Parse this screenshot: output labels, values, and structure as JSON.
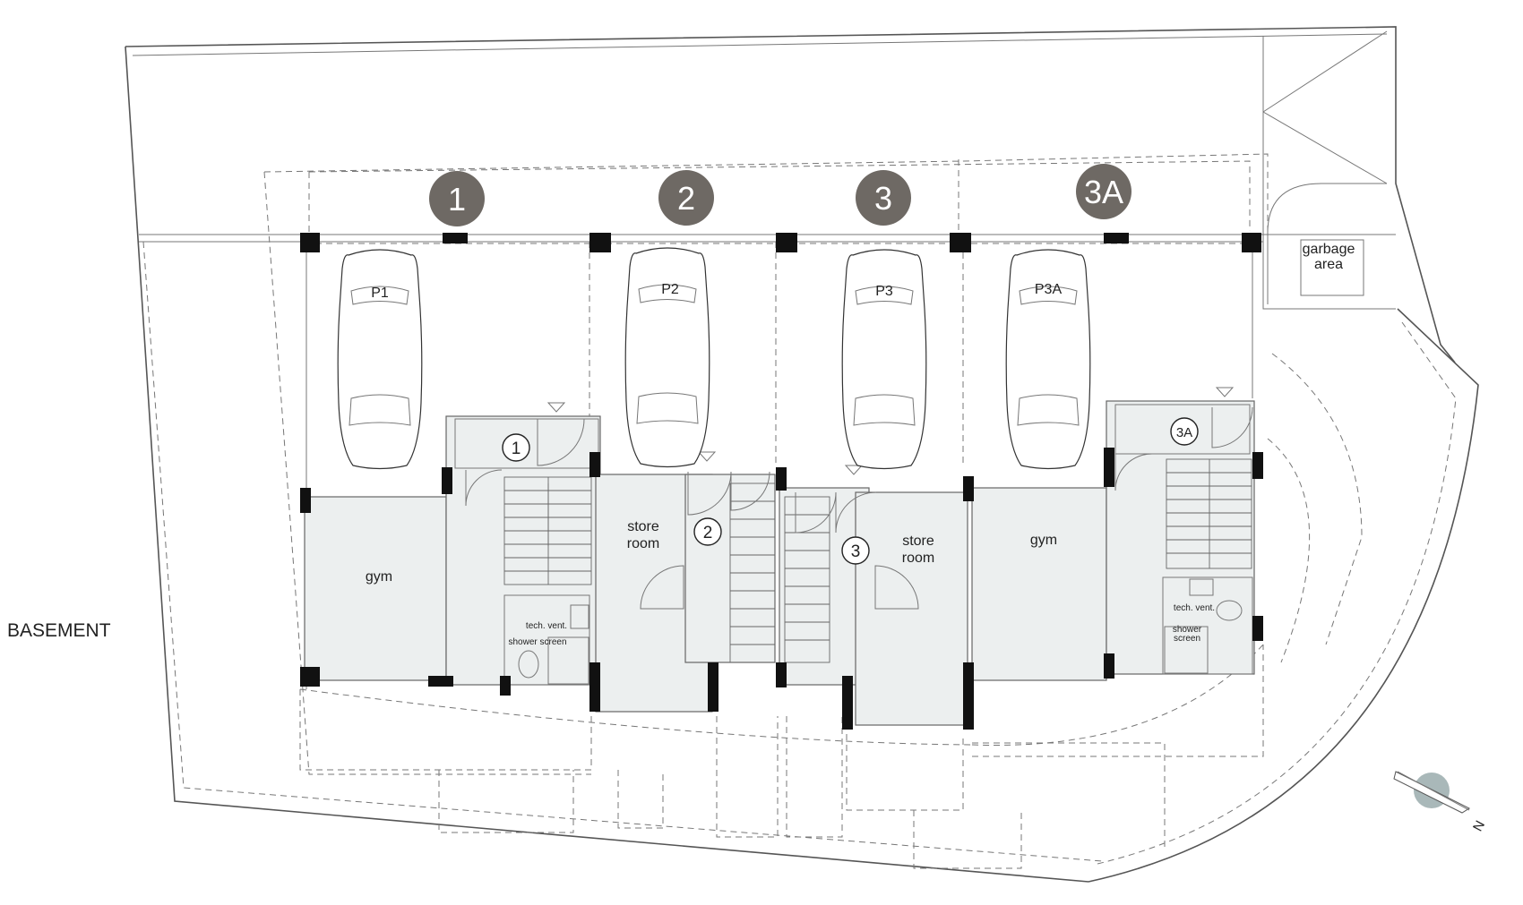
{
  "plan_title": "BASEMENT",
  "north_label": "N",
  "units": [
    {
      "badge": "1"
    },
    {
      "badge": "2"
    },
    {
      "badge": "3"
    },
    {
      "badge": "3A"
    }
  ],
  "parking": [
    "P1",
    "P2",
    "P3",
    "P3A"
  ],
  "small_units": [
    "1",
    "2",
    "3",
    "3A"
  ],
  "rooms": {
    "gym_left": "gym",
    "gym_right": "gym",
    "store_left_1": "store",
    "store_left_2": "room",
    "store_right_1": "store",
    "store_right_2": "room",
    "garbage_1": "garbage",
    "garbage_2": "area",
    "tech_vent_left": "tech. vent.",
    "shower_left": "shower screen",
    "tech_vent_right": "tech. vent.",
    "shower_right_1": "shower",
    "shower_right_2": "screen"
  },
  "colors": {
    "badge_fill": "#6e6964",
    "room_fill": "#ecefef",
    "compass_fill": "#a9b8b9"
  }
}
